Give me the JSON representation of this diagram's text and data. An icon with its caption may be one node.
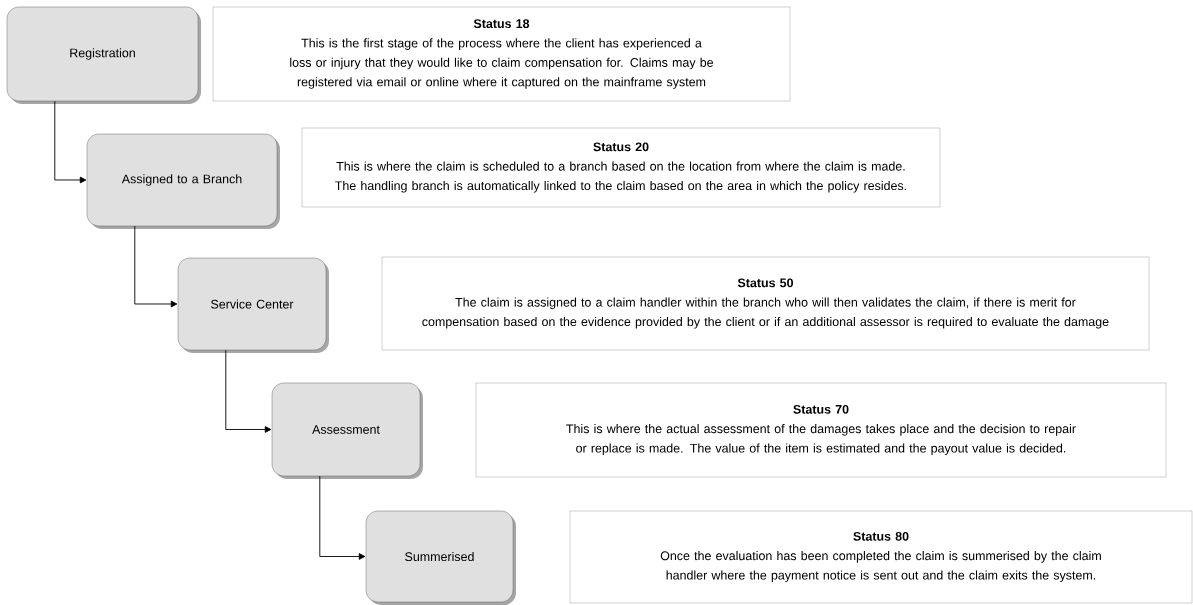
{
  "diagram": {
    "nodes": [
      {
        "text": [
          "Registration"
        ]
      },
      {
        "text": [
          "Status 18",
          "This is the first stage of the process where the client has experienced a loss or injury that they would like to claim compensation for. Claims may be registered via email or online where it captured on the mainframe system"
        ]
      },
      {
        "text": [
          "Assigned to a Branch"
        ]
      },
      {
        "text": [
          "Status 20",
          "This is where the claim is scheduled to a branch based on the location from where the claim is made. The handling branch is automatically linked to the claim based on the area in which the policy resides."
        ]
      },
      {
        "text": [
          "Service Center"
        ]
      },
      {
        "text": [
          "Status 50",
          "The claim is assigned to a claim handler within the branch who will then validates the claim, if there is merit for compensation based on the evidence provided by the client or if an additional assessor is required to evaluate the damage"
        ]
      },
      {
        "text": [
          "Assessment"
        ]
      },
      {
        "text": [
          "Status 70",
          "This is where the actual assessment of the damages takes place and the decision to repair or replace is made. The value of the item is estimated and the payout value is decided."
        ]
      },
      {
        "text": [
          "Summerised"
        ]
      },
      {
        "text": [
          "Status 80",
          "Once the evaluation has been completed the claim is summerised by the claim handler where the payment notice is sent out and the claim exits the system."
        ]
      }
    ],
    "edges": [
      {
        "from": 0,
        "to": 2,
        "arrow": "to"
      },
      {
        "from": 2,
        "to": 4,
        "arrow": "to"
      },
      {
        "from": 4,
        "to": 6,
        "arrow": "to"
      },
      {
        "from": 6,
        "to": 8,
        "arrow": "to"
      }
    ]
  }
}
